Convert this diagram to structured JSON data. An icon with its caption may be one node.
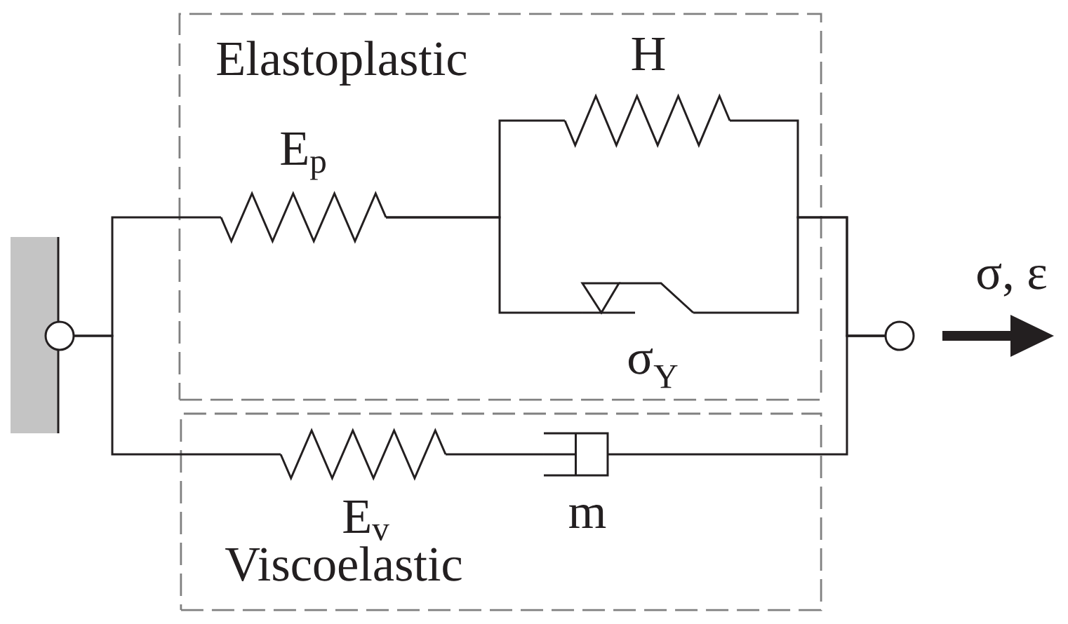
{
  "diagram": {
    "nodes": [
      {
        "text": [],
        "shape": "circle"
      },
      {
        "text": [
          "Elastoplastic"
        ]
      },
      {
        "text": [],
        "shape": "spring",
        "beside": [
          "H"
        ],
        "in": 1
      },
      {
        "text": [],
        "shape": "spring",
        "beside": [
          "E$_{p}$"
        ],
        "in": 1
      },
      {
        "text": [],
        "shape": "slider",
        "beside": [
          "σ$_{Y}$"
        ],
        "in": 1
      },
      {
        "text": [],
        "shape": "circle"
      },
      {
        "text": [
          "Viscoelastic"
        ]
      },
      {
        "text": [],
        "shape": "spring",
        "beside": [
          "E$_{v}$"
        ],
        "in": 6
      },
      {
        "text": [],
        "shape": "dashpot",
        "beside": [
          "m"
        ],
        "in": 6
      }
    ],
    "edges": [
      {
        "from": 0,
        "to": 3,
        "arrow": "none"
      },
      {
        "from": 0,
        "to": 7,
        "arrow": "none"
      },
      {
        "from": 3,
        "to": 2,
        "arrow": "none"
      },
      {
        "from": 3,
        "to": 4,
        "arrow": "none"
      },
      {
        "from": 2,
        "to": 5,
        "arrow": "none"
      },
      {
        "from": 4,
        "to": 5,
        "arrow": "none"
      },
      {
        "from": 7,
        "to": 8,
        "arrow": "none"
      },
      {
        "from": 8,
        "to": 5,
        "arrow": "none"
      }
    ],
    "labels": [
      "σ, ε"
    ]
  }
}
